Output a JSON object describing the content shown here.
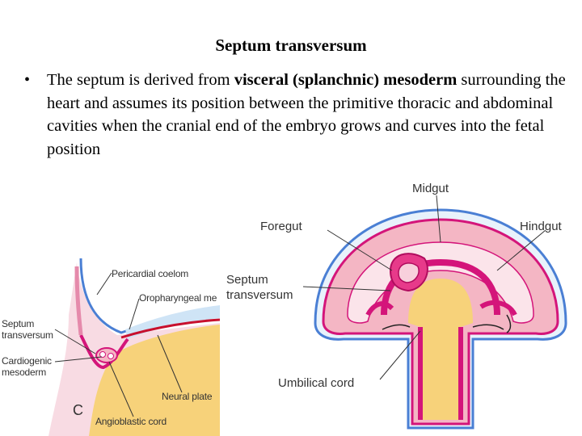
{
  "slide": {
    "title": "Septum transversum",
    "bullet_symbol": "•",
    "bullet_text_before": "The septum is derived from ",
    "bullet_text_bold": "visceral (splanchnic) mesoderm",
    "bullet_text_after": " surrounding the heart and assumes its position between the primitive thoracic and abdominal cavities when the cranial end of the embryo grows and curves into the fetal position"
  },
  "left_figure": {
    "labels": {
      "pericardial_coelom": "Pericardial coelom",
      "oropharyngeal": "Oropharyngeal me",
      "septum_transversum": "Septum\ntransversum",
      "cardiogenic_mesoderm": "Cardiogenic\nmesoderm",
      "neural_plate": "Neural plate",
      "panel_letter": "C",
      "angioblastic_cord": "Angioblastic cord"
    }
  },
  "right_figure": {
    "labels": {
      "midgut": "Midgut",
      "foregut": "Foregut",
      "hindgut": "Hindgut",
      "septum_transversum": "Septum\ntransversum",
      "umbilical_cord": "Umbilical cord"
    }
  },
  "colors": {
    "pink": "#f4b6c4",
    "magenta": "#d4157a",
    "yellow": "#f7d27a",
    "blue_line": "#4a7fd4",
    "light_blue": "#cfe4f6",
    "red": "#c8102e"
  }
}
